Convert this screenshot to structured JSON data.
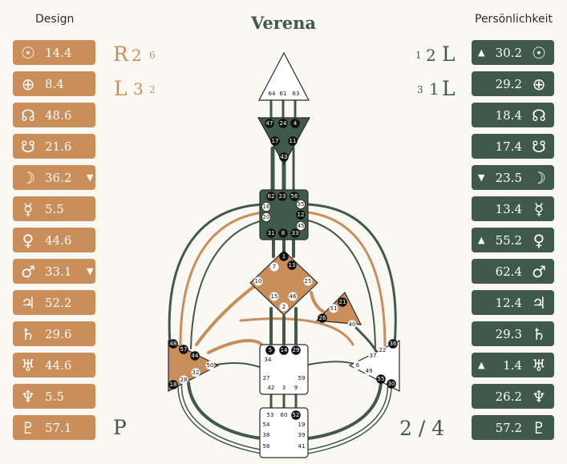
{
  "header": {
    "design_label": "Design",
    "personality_label": "Persönlichkeit",
    "name": "Verena"
  },
  "colors": {
    "design": "#c98e5a",
    "personality": "#3f5a48",
    "background": "#faf8f3",
    "center_white": "#ffffff",
    "gate_active": "#111111"
  },
  "design": [
    {
      "icon": "sun-icon",
      "glyph": "☉",
      "value": "14.4",
      "arrow": ""
    },
    {
      "icon": "earth-icon",
      "glyph": "⊕",
      "value": "8.4",
      "arrow": ""
    },
    {
      "icon": "north-node-icon",
      "glyph": "☊",
      "value": "48.6",
      "arrow": ""
    },
    {
      "icon": "south-node-icon",
      "glyph": "☋",
      "value": "21.6",
      "arrow": ""
    },
    {
      "icon": "moon-icon",
      "glyph": "☽",
      "value": "36.2",
      "arrow": "▼"
    },
    {
      "icon": "mercury-icon",
      "glyph": "☿",
      "value": "5.5",
      "arrow": ""
    },
    {
      "icon": "venus-icon",
      "glyph": "♀",
      "value": "44.6",
      "arrow": ""
    },
    {
      "icon": "mars-icon",
      "glyph": "♂",
      "value": "33.1",
      "arrow": "▼"
    },
    {
      "icon": "jupiter-icon",
      "glyph": "♃",
      "value": "52.2",
      "arrow": ""
    },
    {
      "icon": "saturn-icon",
      "glyph": "♄",
      "value": "29.6",
      "arrow": ""
    },
    {
      "icon": "uranus-icon",
      "glyph": "♅",
      "value": "44.6",
      "arrow": ""
    },
    {
      "icon": "neptune-icon",
      "glyph": "♆",
      "value": "5.5",
      "arrow": ""
    },
    {
      "icon": "pluto-icon",
      "glyph": "♇",
      "value": "57.1",
      "arrow": ""
    }
  ],
  "personality": [
    {
      "icon": "sun-icon",
      "glyph": "☉",
      "value": "30.2",
      "arrow": "▲"
    },
    {
      "icon": "earth-icon",
      "glyph": "⊕",
      "value": "29.2",
      "arrow": ""
    },
    {
      "icon": "north-node-icon",
      "glyph": "☊",
      "value": "18.4",
      "arrow": ""
    },
    {
      "icon": "south-node-icon",
      "glyph": "☋",
      "value": "17.4",
      "arrow": ""
    },
    {
      "icon": "moon-icon",
      "glyph": "☽",
      "value": "23.5",
      "arrow": "▼"
    },
    {
      "icon": "mercury-icon",
      "glyph": "☿",
      "value": "13.4",
      "arrow": ""
    },
    {
      "icon": "venus-icon",
      "glyph": "♀",
      "value": "55.2",
      "arrow": "▲"
    },
    {
      "icon": "mars-icon",
      "glyph": "♂",
      "value": "62.4",
      "arrow": ""
    },
    {
      "icon": "jupiter-icon",
      "glyph": "♃",
      "value": "12.4",
      "arrow": ""
    },
    {
      "icon": "saturn-icon",
      "glyph": "♄",
      "value": "29.3",
      "arrow": ""
    },
    {
      "icon": "uranus-icon",
      "glyph": "♅",
      "value": "1.4",
      "arrow": "▲"
    },
    {
      "icon": "neptune-icon",
      "glyph": "♆",
      "value": "26.2",
      "arrow": ""
    },
    {
      "icon": "pluto-icon",
      "glyph": "♇",
      "value": "57.2",
      "arrow": ""
    }
  ],
  "variables": {
    "design_top": {
      "letter": "R",
      "digit": "2",
      "sub": "6"
    },
    "design_bottom": {
      "letter": "L",
      "digit": "3",
      "sub": "2"
    },
    "personality_top": {
      "pre": "1",
      "digit": "2",
      "letter": "L"
    },
    "personality_bottom": {
      "pre": "3",
      "digit": "1",
      "letter": "L"
    },
    "bottom_left": "P",
    "profile": "2 / 4"
  },
  "centers": {
    "head": [
      "64",
      "61",
      "63"
    ],
    "ajna": [
      "47",
      "24",
      "4",
      "17",
      "11",
      "43"
    ],
    "throat": [
      "62",
      "23",
      "56",
      "16",
      "35",
      "20",
      "12",
      "45",
      "31",
      "8",
      "33"
    ],
    "g": [
      "1",
      "7",
      "13",
      "10",
      "25",
      "15",
      "46",
      "2"
    ],
    "ego": [
      "21",
      "51",
      "26",
      "40"
    ],
    "spleen": [
      "48",
      "57",
      "44",
      "50",
      "32",
      "28",
      "18"
    ],
    "sacral": [
      "5",
      "14",
      "29",
      "34",
      "27",
      "59",
      "42",
      "3",
      "9"
    ],
    "solar_plexus": [
      "36",
      "22",
      "37",
      "6",
      "49",
      "55",
      "30"
    ],
    "root": [
      "53",
      "60",
      "52",
      "54",
      "19",
      "38",
      "39",
      "58",
      "41"
    ]
  }
}
